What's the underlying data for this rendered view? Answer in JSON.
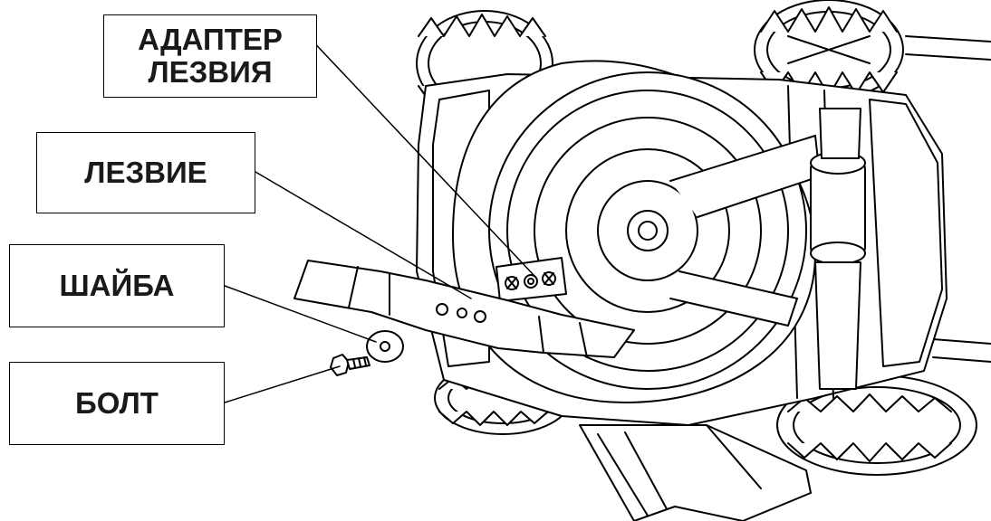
{
  "labels": {
    "blade_adapter": "АДАПТЕР\nЛЕЗВИЯ",
    "blade": "ЛЕЗВИЕ",
    "washer": "ШАЙБА",
    "bolt": "БОЛТ"
  },
  "colors": {
    "line": "#000000",
    "text": "#1a1a1a",
    "background": "#ffffff"
  }
}
